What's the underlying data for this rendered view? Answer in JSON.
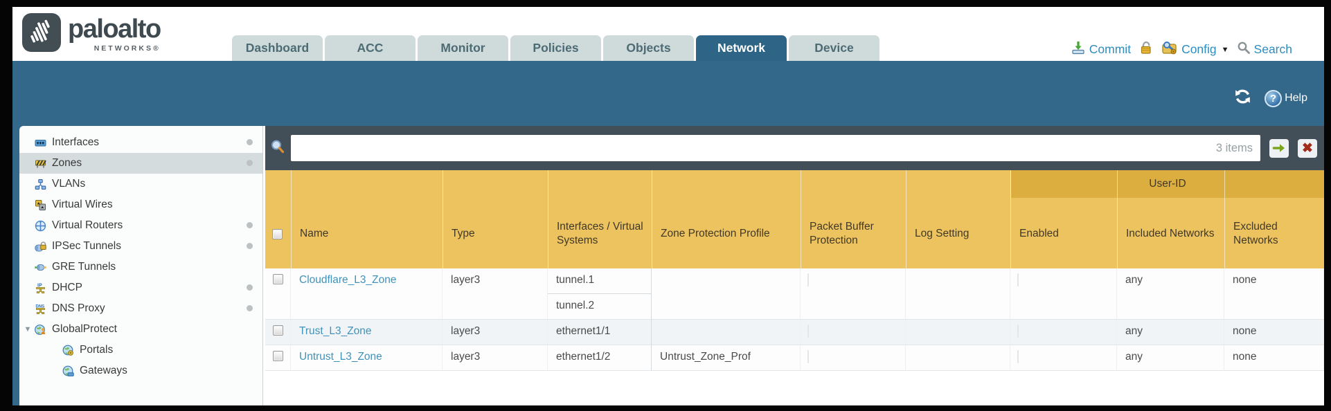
{
  "colors": {
    "brand_teal": "#33688a",
    "filter_bar_slate": "#434f58",
    "table_header_amber": "#edc35f",
    "userid_band_amber": "#dcae3f",
    "link_blue": "#4192b8",
    "util_link_blue": "#2e8cbe",
    "active_tab_teal": "#2e6586"
  },
  "header": {
    "brand": "paloalto",
    "brand_sub": "NETWORKS®",
    "tabs": [
      {
        "label": "Dashboard"
      },
      {
        "label": "ACC"
      },
      {
        "label": "Monitor"
      },
      {
        "label": "Policies"
      },
      {
        "label": "Objects"
      },
      {
        "label": "Network"
      },
      {
        "label": "Device"
      }
    ],
    "commit_label": "Commit",
    "config_label": "Config",
    "search_label": "Search"
  },
  "toolbar": {
    "help_label": "Help"
  },
  "sidebar": {
    "items": [
      {
        "label": "Interfaces"
      },
      {
        "label": "Zones"
      },
      {
        "label": "VLANs"
      },
      {
        "label": "Virtual Wires"
      },
      {
        "label": "Virtual Routers"
      },
      {
        "label": "IPSec Tunnels"
      },
      {
        "label": "GRE Tunnels"
      },
      {
        "label": "DHCP"
      },
      {
        "label": "DNS Proxy"
      },
      {
        "label": "GlobalProtect"
      },
      {
        "label": "Portals"
      },
      {
        "label": "Gateways"
      }
    ]
  },
  "main": {
    "filter": {
      "value": "",
      "count_label": "3 items"
    },
    "table": {
      "group_header": "User-ID",
      "columns": [
        "Name",
        "Type",
        "Interfaces / Virtual Systems",
        "Zone Protection Profile",
        "Packet Buffer Protection",
        "Log Setting",
        "Enabled",
        "Included Networks",
        "Excluded Networks"
      ],
      "rows": [
        {
          "name": "Cloudflare_L3_Zone",
          "type": "layer3",
          "interfaces": [
            "tunnel.1",
            "tunnel.2"
          ],
          "zone_protection_profile": "",
          "log_setting": "",
          "included_networks": "any",
          "excluded_networks": "none"
        },
        {
          "name": "Trust_L3_Zone",
          "type": "layer3",
          "interfaces": [
            "ethernet1/1"
          ],
          "zone_protection_profile": "",
          "log_setting": "",
          "included_networks": "any",
          "excluded_networks": "none"
        },
        {
          "name": "Untrust_L3_Zone",
          "type": "layer3",
          "interfaces": [
            "ethernet1/2"
          ],
          "zone_protection_profile": "Untrust_Zone_Prof",
          "log_setting": "",
          "included_networks": "any",
          "excluded_networks": "none"
        }
      ]
    }
  }
}
